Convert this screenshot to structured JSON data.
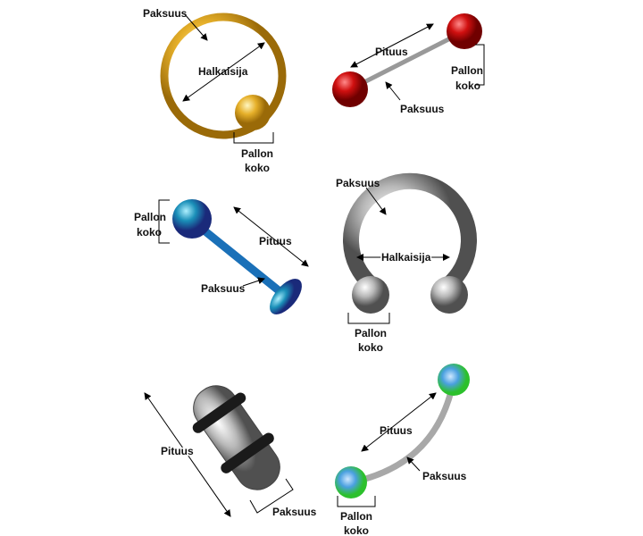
{
  "items": {
    "captive_ring": {
      "thickness": "Paksuus",
      "diameter": "Halkaisija",
      "ball_size_1": "Pallon",
      "ball_size_2": "koko",
      "color": "#e0a81c"
    },
    "barbell": {
      "length": "Pituus",
      "ball_size_1": "Pallon",
      "ball_size_2": "koko",
      "thickness": "Paksuus",
      "color": "#cc1010"
    },
    "labret": {
      "ball_size_1": "Pallon",
      "ball_size_2": "koko",
      "length": "Pituus",
      "thickness": "Paksuus",
      "color": "#1a8fb8"
    },
    "horseshoe": {
      "thickness": "Paksuus",
      "diameter": "Halkaisija",
      "ball_size_1": "Pallon",
      "ball_size_2": "koko",
      "color": "#b8b8b8"
    },
    "plug": {
      "length": "Pituus",
      "thickness": "Paksuus",
      "color": "#a0a0a0"
    },
    "curved_barbell": {
      "length": "Pituus",
      "thickness": "Paksuus",
      "ball_size_1": "Pallon",
      "ball_size_2": "koko",
      "color": "#3cc83c"
    }
  }
}
